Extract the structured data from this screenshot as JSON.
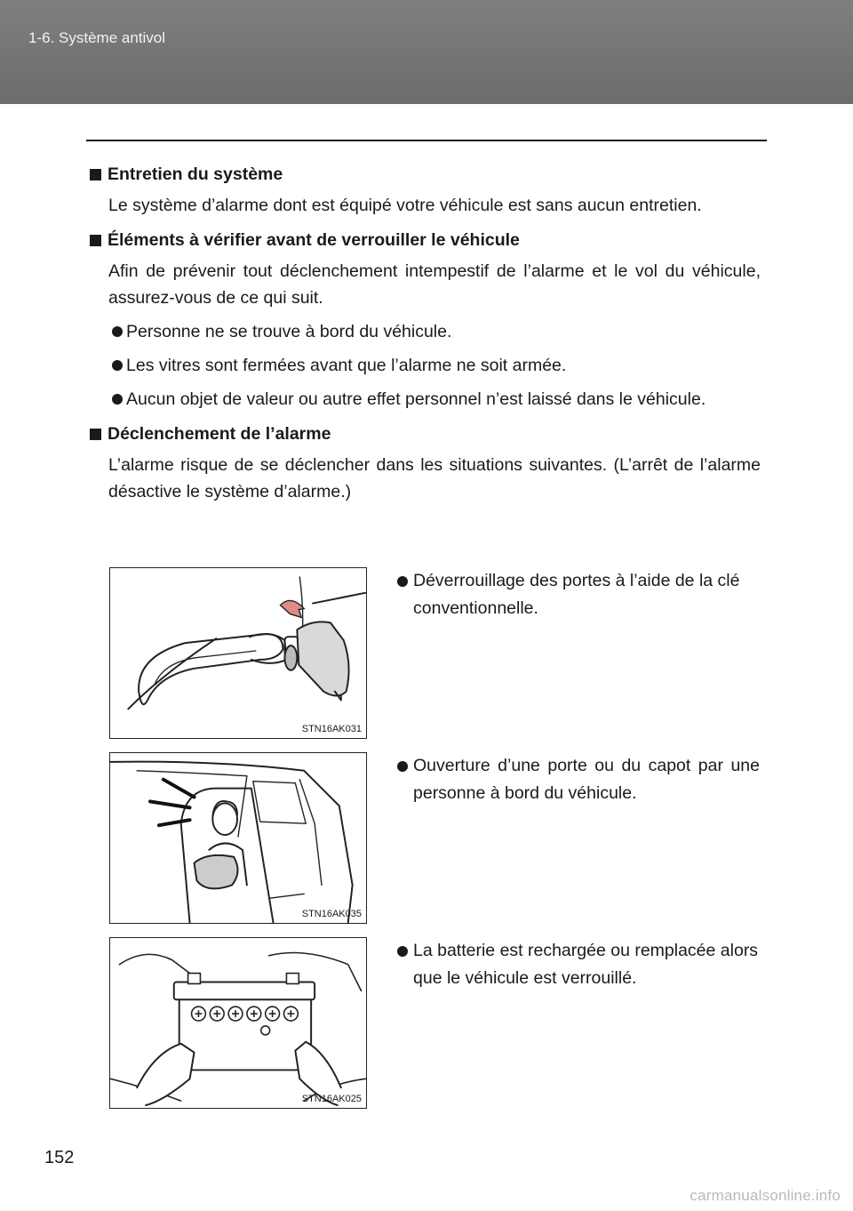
{
  "header": {
    "section": "1-6. Système antivol"
  },
  "sections": [
    {
      "title": "Entretien du système",
      "text": "Le système d’alarme dont est équipé votre véhicule est sans aucun entretien."
    },
    {
      "title": "Éléments à vérifier avant de verrouiller le véhicule",
      "text": "Afin de prévenir tout déclenchement intempestif de l’alarme et le vol du véhicule, assurez-vous de ce qui suit.",
      "bullets": [
        "Personne ne se trouve à bord du véhicule.",
        "Les vitres sont fermées avant que l’alarme ne soit armée.",
        "Aucun objet de valeur ou autre effet personnel n’est laissé dans le véhicule."
      ]
    },
    {
      "title": "Déclenchement de l’alarme",
      "text": "L’alarme risque de se déclencher dans les situations suivantes. (L’arrêt de l’alarme désactive le système d’alarme.)"
    }
  ],
  "figures": [
    {
      "code": "STN16AK031",
      "caption": "Déverrouillage des portes à l’aide de la clé conventionnelle.",
      "icon": "door-key-illustration"
    },
    {
      "code": "STN16AK035",
      "caption": "Ouverture d’une porte ou du capot par une personne à bord du véhicule.",
      "icon": "person-opening-door-illustration"
    },
    {
      "code": "STN16AK025",
      "caption": "La batterie est rechargée ou remplacée alors que le véhicule est verrouillé.",
      "icon": "battery-replacement-illustration"
    }
  ],
  "footer": {
    "page_number": "152",
    "watermark": "carmanualsonline.info"
  },
  "colors": {
    "header_band": "#767676",
    "text": "#1a1a1a",
    "watermark": "#b9b9b9"
  }
}
